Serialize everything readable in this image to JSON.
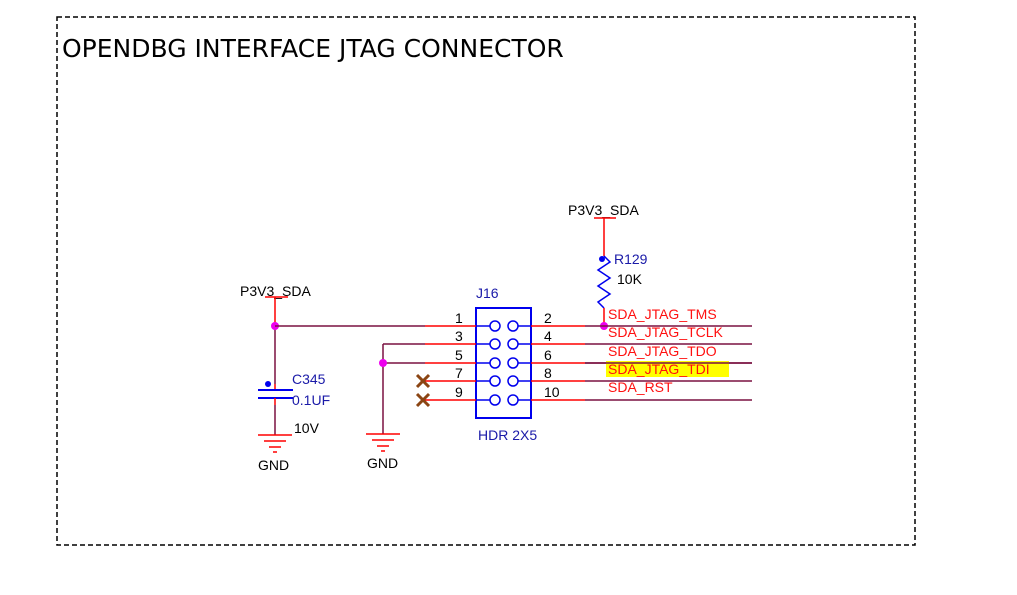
{
  "title": "OPENDBG INTERFACE JTAG CONNECTOR",
  "colors": {
    "wire": "#7a1040",
    "pin_wire": "#ff0000",
    "component": "#0000ee",
    "junction": "#ee00ee",
    "no_connect": "#8b4513",
    "net_label": "#ff0000",
    "highlight": "#ffff00",
    "border": "#000000"
  },
  "power": {
    "left_rail": "P3V3_SDA",
    "right_rail": "P3V3_SDA",
    "gnd_left": "GND",
    "gnd_mid": "GND"
  },
  "capacitor": {
    "ref": "C345",
    "value": "0.1UF",
    "voltage": "10V"
  },
  "resistor": {
    "ref": "R129",
    "value": "10K"
  },
  "connector": {
    "ref": "J16",
    "type": "HDR 2X5",
    "left_pins": [
      "1",
      "3",
      "5",
      "7",
      "9"
    ],
    "right_pins": [
      "2",
      "4",
      "6",
      "8",
      "10"
    ]
  },
  "nets": [
    {
      "name": "SDA_JTAG_TMS",
      "highlighted": false
    },
    {
      "name": "SDA_JTAG_TCLK",
      "highlighted": false
    },
    {
      "name": "SDA_JTAG_TDO",
      "highlighted": false
    },
    {
      "name": "SDA_JTAG_TDI",
      "highlighted": true
    },
    {
      "name": "SDA_RST",
      "highlighted": false
    }
  ]
}
